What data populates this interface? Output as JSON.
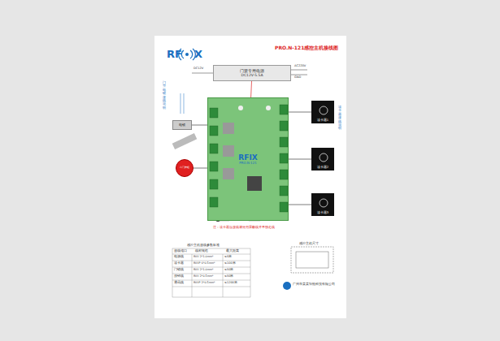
{
  "diagram": {
    "title": "PRO.N-121感控主机接线图",
    "nodes": [
      {
        "text": [
          "门禁专用电源",
          "DC12V-5.5A"
        ]
      },
      {
        "text": [
          "RFIX",
          "PRO.N-121"
        ]
      },
      {
        "text": [
          "读卡器1"
        ]
      },
      {
        "text": [
          "读卡器2"
        ]
      },
      {
        "text": [
          "读卡器3"
        ]
      },
      {
        "text": [
          "电锁"
        ]
      },
      {
        "text": [
          "出门按钮"
        ]
      }
    ],
    "edges": [
      {
        "from": 0,
        "to": 1,
        "arrow": "none"
      },
      {
        "from": 1,
        "to": 2,
        "arrow": "none"
      },
      {
        "from": 1,
        "to": 3,
        "arrow": "none"
      },
      {
        "from": 1,
        "to": 4,
        "arrow": "none"
      },
      {
        "from": 1,
        "to": 5,
        "arrow": "none"
      },
      {
        "from": 1,
        "to": 6,
        "arrow": "none"
      }
    ],
    "labels": [
      "RF",
      "X",
      "DC12V",
      "AC220V",
      "GND",
      "门禁电锁接线说明",
      "读卡器接线说明",
      "注：读卡器连接线请使用屏蔽线并单独走线",
      "感控主机接线参数标准",
      "接线端口",
      "线材规格",
      "最大距离",
      "电源线",
      "RVV 2*1.0mm²",
      "≤5米",
      "读卡器",
      "RVVP 6*0.5mm²",
      "≤100米",
      "门锁线",
      "RVV 2*1.0mm²",
      "≤50米",
      "按钮线",
      "RVV 2*0.5mm²",
      "≤50米",
      "通讯线",
      "RVVP 2*0.5mm²",
      "≤1200米",
      "感控主机尺寸",
      "广州市某某智能科技有限公司"
    ]
  }
}
